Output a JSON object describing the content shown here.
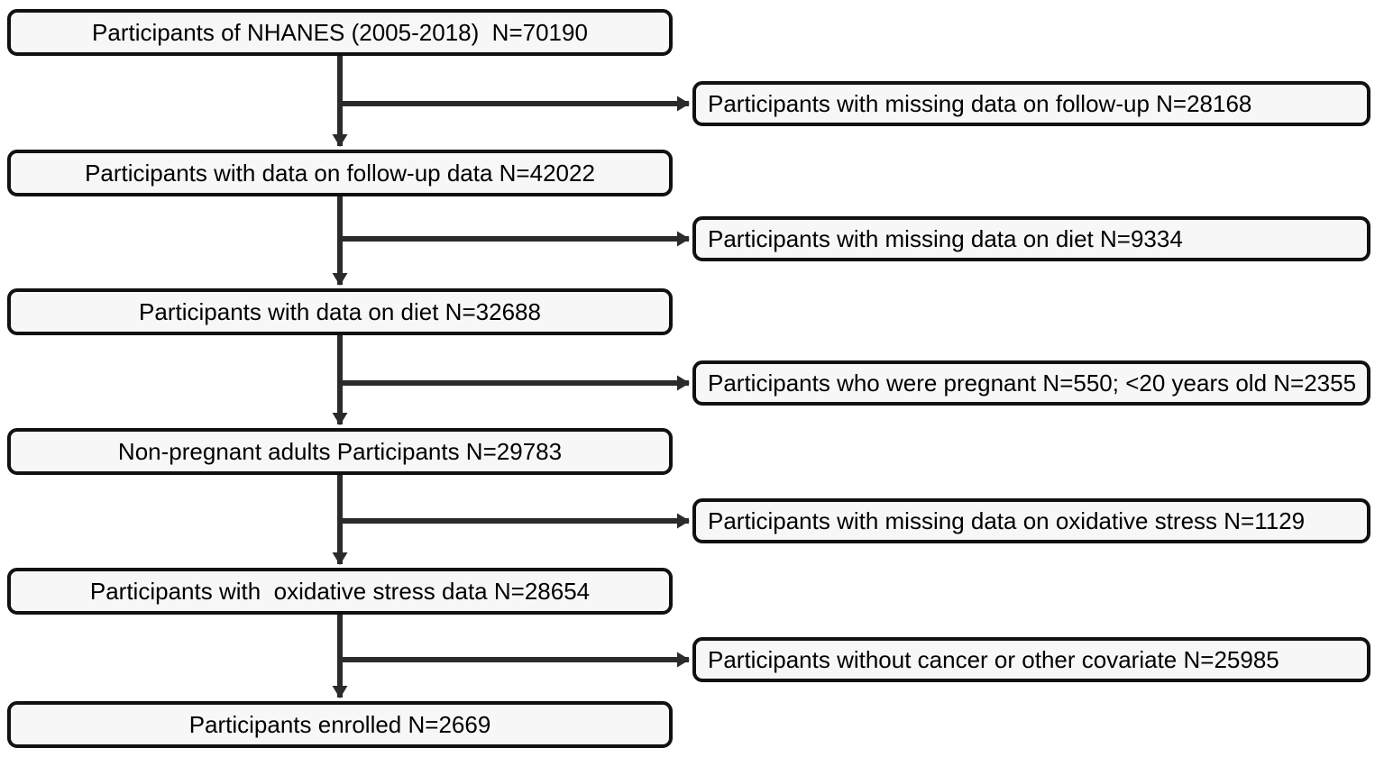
{
  "flow": {
    "main": [
      {
        "id": "nhanes-total",
        "label": "Participants of NHANES (2005-2018)  N=70190"
      },
      {
        "id": "followup-data",
        "label": "Participants with data on follow-up data N=42022"
      },
      {
        "id": "diet-data",
        "label": "Participants with data on diet N=32688"
      },
      {
        "id": "nonpregnant-adults",
        "label": "Non-pregnant adults Participants N=29783"
      },
      {
        "id": "oxidative-stress-data",
        "label": "Participants with  oxidative stress data N=28654"
      },
      {
        "id": "enrolled",
        "label": "Participants enrolled N=2669"
      }
    ],
    "exclusions": [
      {
        "id": "missing-followup",
        "label": "Participants with missing data on follow-up N=28168"
      },
      {
        "id": "missing-diet",
        "label": "Participants with missing data on diet N=9334"
      },
      {
        "id": "pregnant-young",
        "label": "Participants who were pregnant N=550; <20 years old N=2355"
      },
      {
        "id": "missing-oxidative",
        "label": "Participants with missing data on oxidative stress N=1129"
      },
      {
        "id": "cancer-covariate",
        "label": "Participants without cancer or other covariate N=25985"
      }
    ]
  },
  "colors": {
    "box_fill": "#f7f7f7",
    "box_border": "#111111",
    "arrow": "#2b2b2b",
    "text": "#000000",
    "background": "#ffffff"
  }
}
